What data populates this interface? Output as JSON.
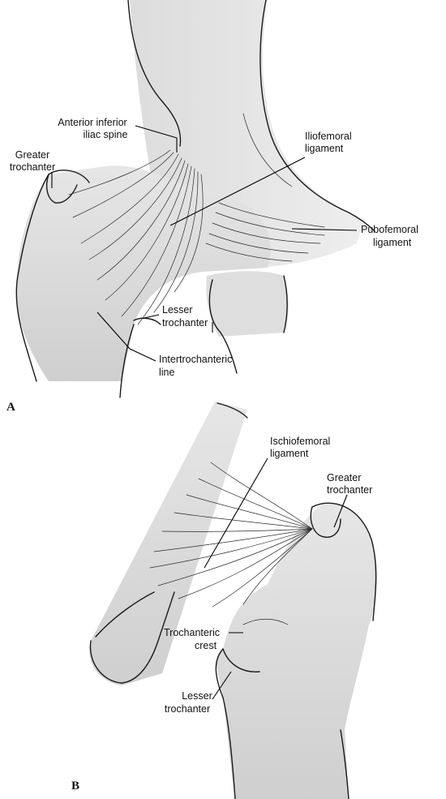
{
  "panel_a": {
    "letter": "A",
    "labels": {
      "anterior_inferior_iliac_spine": [
        "Anterior inferior",
        "iliac spine"
      ],
      "greater_trochanter": [
        "Greater",
        "trochanter"
      ],
      "iliofemoral_ligament": [
        "Iliofemoral",
        "ligament"
      ],
      "pubofemoral_ligament": [
        "Pubofemoral",
        "ligament"
      ],
      "lesser_trochanter": [
        "Lesser",
        "trochanter"
      ],
      "intertrochanteric_line": [
        "Intertrochanteric",
        "line"
      ]
    }
  },
  "panel_b": {
    "letter": "B",
    "labels": {
      "ischiofemoral_ligament": [
        "Ischiofemoral",
        "ligament"
      ],
      "greater_trochanter": [
        "Greater",
        "trochanter"
      ],
      "trochanteric_crest": [
        "Trochanteric",
        "crest"
      ],
      "lesser_trochanter": [
        "Lesser",
        "trochanter"
      ]
    }
  },
  "colors": {
    "bone_shade": "#d4d4d4",
    "light_shade": "#ececec",
    "ink": "#1a1a1a"
  }
}
